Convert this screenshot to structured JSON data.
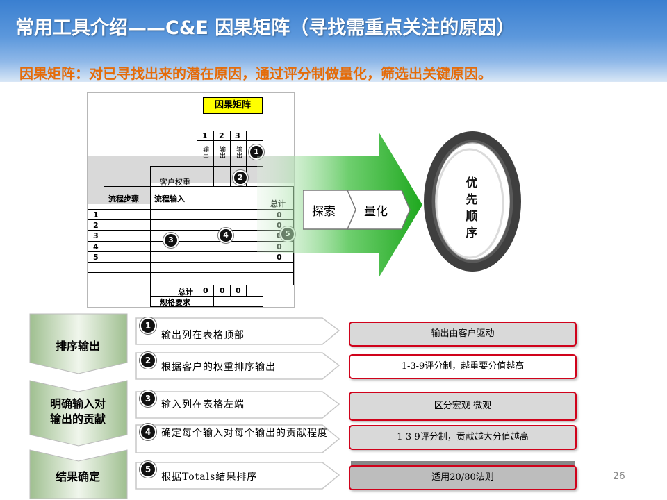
{
  "title": "常用工具介绍——C&E 因果矩阵（寻找需重点关注的原因）",
  "subtitle": "因果矩阵：对已寻找出来的潜在原因，通过评分制做量化，筛选出关键原因。",
  "matrix": {
    "title": "因果矩阵",
    "col_numbers": [
      "1",
      "2",
      "3"
    ],
    "output_label": "输出",
    "customer_weight": "客户权重",
    "process_step": "流程步骤",
    "process_input": "流程输入",
    "total": "总计",
    "row_numbers": [
      "1",
      "2",
      "3",
      "4",
      "5"
    ],
    "row_totals": [
      "0",
      "0",
      "0",
      "0",
      "0"
    ],
    "bottom_total": "总计",
    "bottom_values": [
      "0",
      "0",
      "0"
    ],
    "spec": "规格要求",
    "badges": [
      "1",
      "2",
      "3",
      "4",
      "5"
    ]
  },
  "flow": {
    "explore": "探索",
    "quantify": "量化",
    "priority": [
      "优",
      "先",
      "顺",
      "序"
    ]
  },
  "phases": [
    {
      "label": "排序输出"
    },
    {
      "label": "明确输入对输出的贡献"
    },
    {
      "label": "结果确定"
    }
  ],
  "steps": [
    {
      "num": "1",
      "text": "输出列在表格顶部",
      "box": "输出由客户驱动"
    },
    {
      "num": "2",
      "text": "根据客户的权重排序输出",
      "box": "1-3-9评分制，越重要分值越高"
    },
    {
      "num": "3",
      "text": "输入列在表格左端",
      "box": "区分宏观-微观"
    },
    {
      "num": "4",
      "text": "确定每个输入对每个输出的贡献程度",
      "box": "1-3-9评分制，贡献越大分值越高"
    },
    {
      "num": "5",
      "text": "根据Totals结果排序",
      "box": "适用20/80法则"
    }
  ],
  "page_number": "26",
  "colors": {
    "accent_orange": "#e46c0a",
    "highlight_red": "#d0021b",
    "arrow_green": "#2eb82e"
  }
}
